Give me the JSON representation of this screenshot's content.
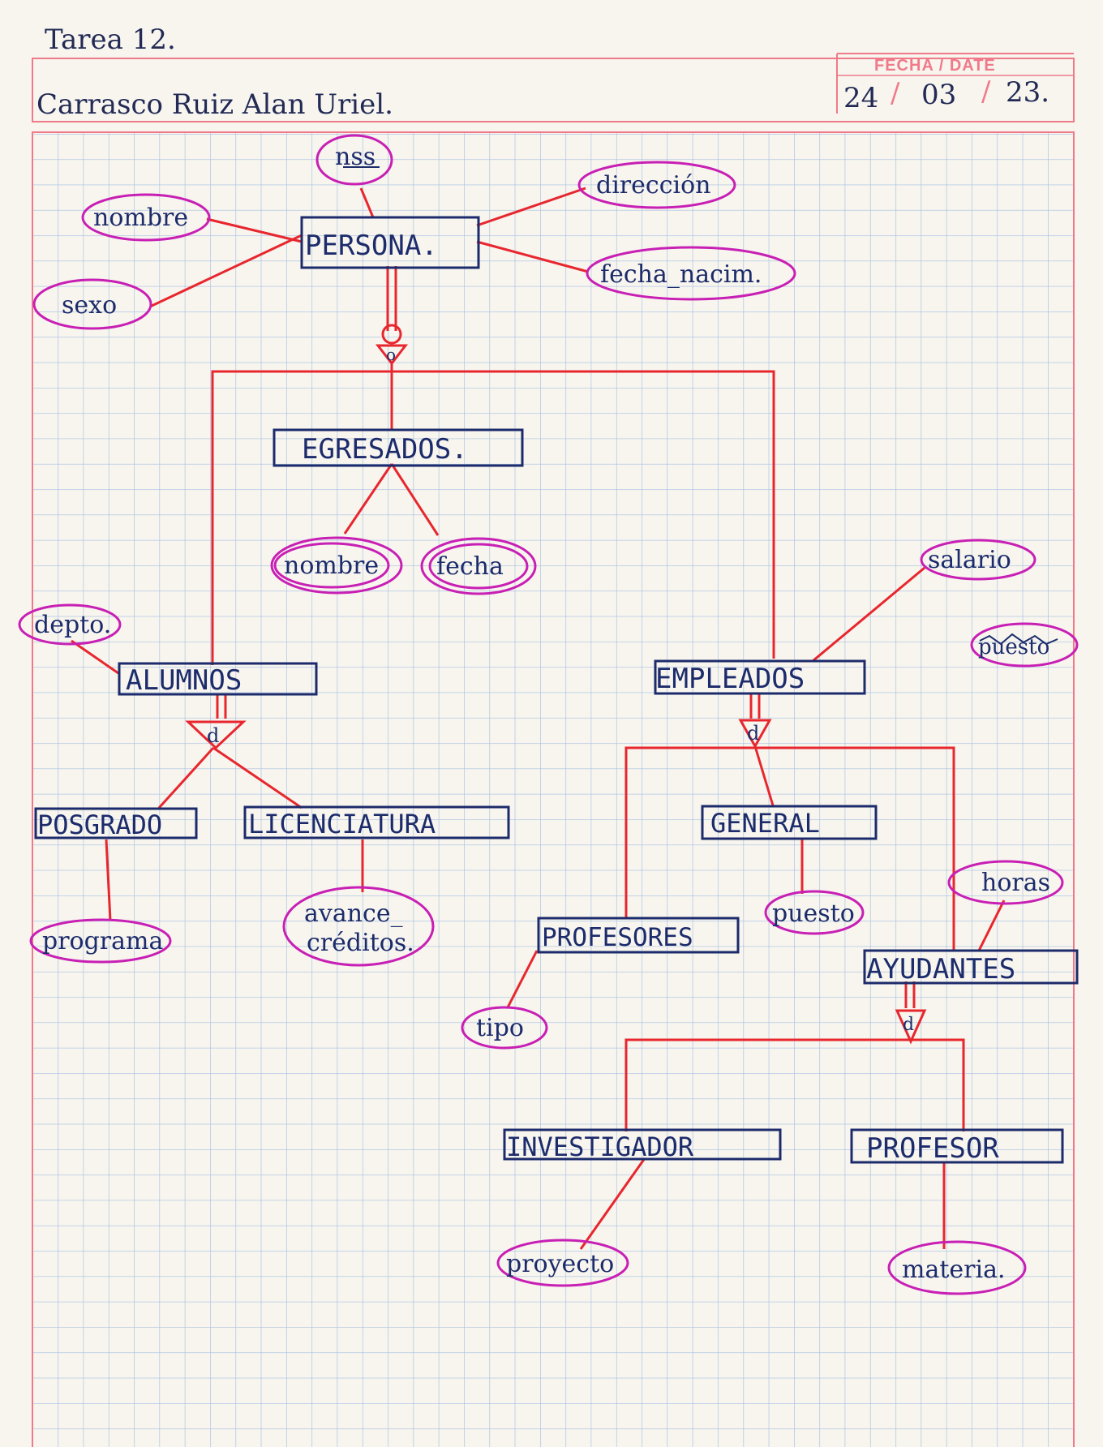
{
  "header": {
    "assignment": "Tarea 12.",
    "student": "Carrasco Ruiz Alan Uriel.",
    "date_label": "FECHA / DATE",
    "date_day": "24",
    "date_month": "03",
    "date_year": "23."
  },
  "entities": {
    "persona": "PERSONA.",
    "egresados": "EGRESADOS.",
    "alumnos": "ALUMNOS",
    "empleados": "EMPLEADOS",
    "posgrado": "POSGRADO",
    "licenciatura": "LICENCIATURA",
    "general": "GENERAL",
    "profesores": "PROFESORES",
    "ayudantes": "AYUDANTES",
    "investigador": "INVESTIGADOR",
    "profesor": "PROFESOR"
  },
  "attributes": {
    "nss": "nss",
    "nombre": "nombre",
    "sexo": "sexo",
    "direccion": "dirección",
    "fecha_nacim": "fecha_nacim.",
    "egresados_nombre": "nombre",
    "egresados_fecha": "fecha",
    "depto": "depto.",
    "salario": "salario",
    "puesto_tachado": "puesto",
    "programa": "programa",
    "avance_1": "avance_",
    "avance_2": "créditos.",
    "puesto": "puesto",
    "horas": "horas",
    "tipo": "tipo",
    "proyecto": "proyecto",
    "materia": "materia."
  },
  "specialization_marks": {
    "persona": "o",
    "alumnos": "d",
    "empleados": "d",
    "ayudantes": "d"
  },
  "colors": {
    "entity_ink": "#1c2b6b",
    "line_red": "#e8262e",
    "attribute_oval": "#c81fb4",
    "grid_blue": "#9db6dc",
    "margin_red": "#f07a8a"
  }
}
